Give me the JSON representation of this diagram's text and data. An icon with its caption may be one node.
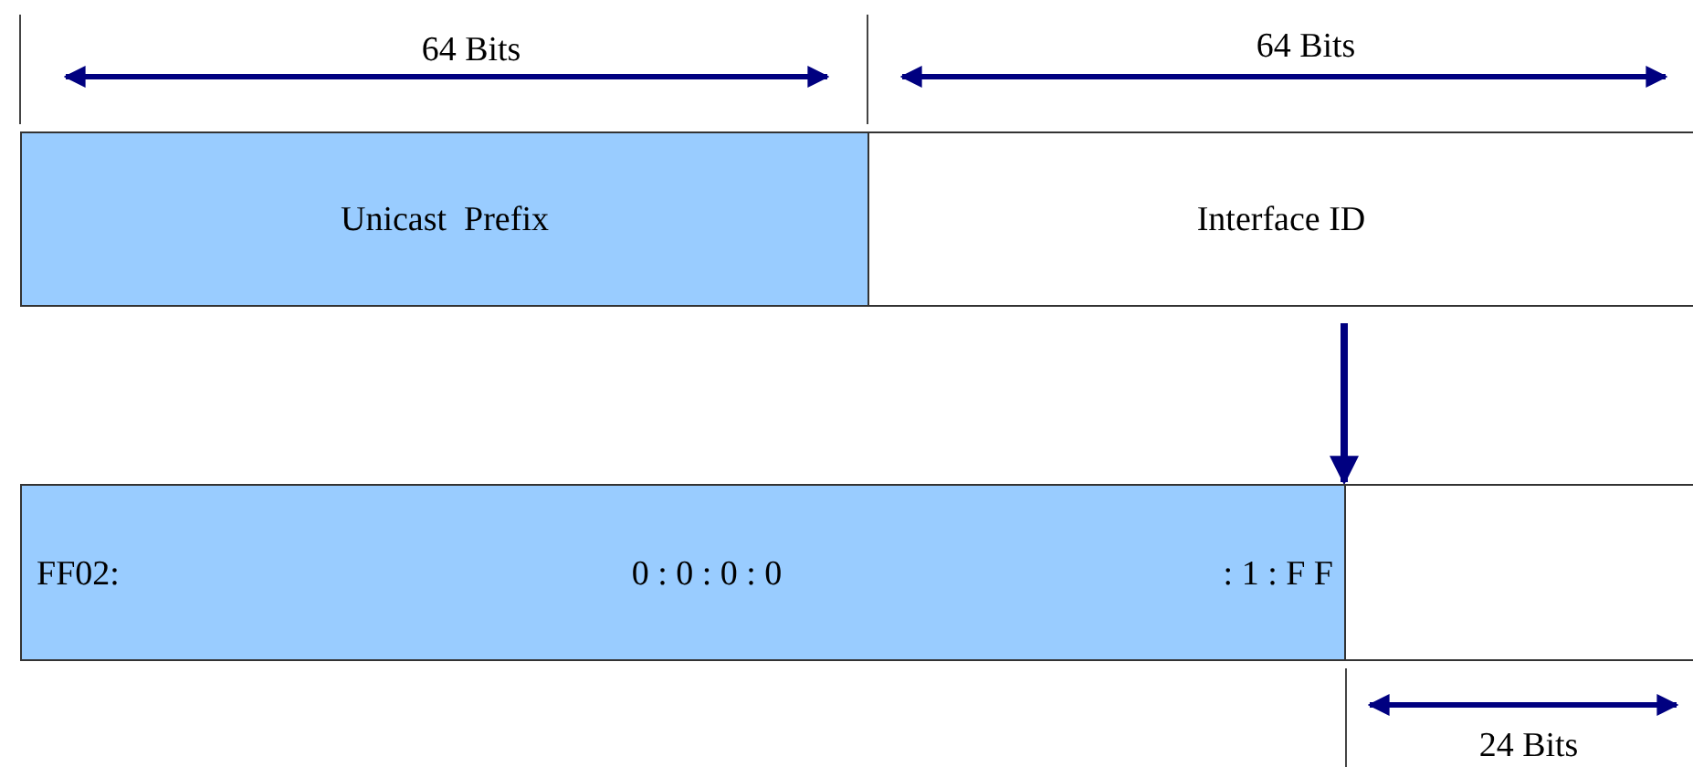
{
  "diagram": {
    "nodes": [
      {
        "text": [
          "Unicast  Prefix"
        ]
      },
      {
        "text": [
          "Interface ID"
        ]
      },
      {
        "text": [
          "FF02:",
          "0 : 0 : 0 : 0",
          ": 1 : F F"
        ]
      },
      {
        "text": [],
        "shape": "box"
      }
    ],
    "edges": [
      {
        "from": 1,
        "to": 3,
        "arrow": "to"
      }
    ],
    "labels": [
      "64 Bits",
      "64 Bits",
      "24 Bits"
    ]
  }
}
